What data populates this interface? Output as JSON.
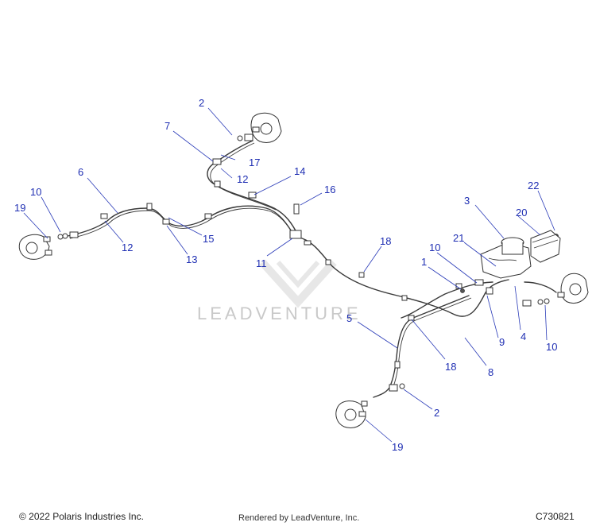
{
  "footer": {
    "copyright": "© 2022 Polaris Industries Inc.",
    "rendered_by": "Rendered by LeadVenture, Inc.",
    "diagram_code": "C730821"
  },
  "watermark": {
    "text": "LEADVENTURE"
  },
  "callouts": {
    "c1": "1",
    "c2a": "2",
    "c2b": "2",
    "c3": "3",
    "c4": "4",
    "c5": "5",
    "c6": "6",
    "c7": "7",
    "c8": "8",
    "c9": "9",
    "c10a": "10",
    "c10b": "10",
    "c10c": "10",
    "c11": "11",
    "c12a": "12",
    "c12b": "12",
    "c13": "13",
    "c14": "14",
    "c15": "15",
    "c16": "16",
    "c17": "17",
    "c18a": "18",
    "c18b": "18",
    "c19a": "19",
    "c19b": "19",
    "c20": "20",
    "c21": "21",
    "c22": "22"
  },
  "colors": {
    "callout": "#1f2fb3",
    "line_art": "#3a3a3a",
    "watermark": "#c9c9c9"
  }
}
